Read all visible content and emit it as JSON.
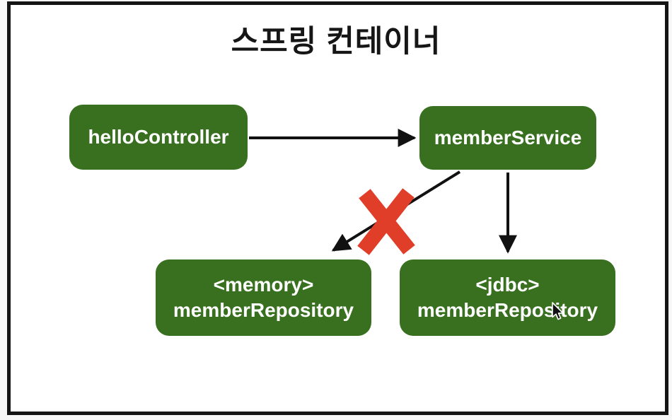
{
  "title": "스프링 컨테이너",
  "diagram": {
    "nodes": [
      {
        "id": "helloController",
        "label": "helloController"
      },
      {
        "id": "memberService",
        "label": "memberService"
      },
      {
        "id": "memoryMemberRepository",
        "line1": "<memory>",
        "line2": "memberRepository"
      },
      {
        "id": "jdbcMemberRepository",
        "line1": "<jdbc>",
        "line2": "memberRepository"
      }
    ],
    "edges": [
      {
        "from": "helloController",
        "to": "memberService",
        "type": "arrow",
        "annotation": ""
      },
      {
        "from": "memberService",
        "to": "memoryMemberRepository",
        "type": "arrow",
        "annotation": "crossed-out-with-red-x"
      },
      {
        "from": "memberService",
        "to": "jdbcMemberRepository",
        "type": "arrow",
        "annotation": ""
      }
    ],
    "icons": {
      "cross_mark": "red-x-mark",
      "pointer": "mouse-cursor"
    },
    "colors": {
      "node_fill": "#38701f",
      "node_text": "#ffffff",
      "arrow": "#111111",
      "cross_mark": "#e03e28",
      "frame_border": "#141414",
      "canvas": "#ffffff",
      "page_background": "#f7f7f7",
      "title_text": "#161616"
    }
  }
}
